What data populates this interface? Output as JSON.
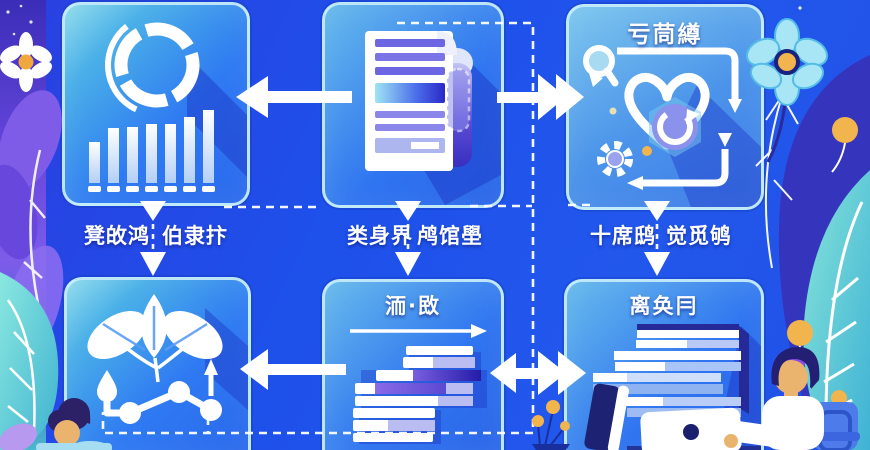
{
  "palette": {
    "background_blue": "#1e50ea",
    "panel_border": "#caf0fa",
    "panel_blue": "#2f74f0",
    "panel_teal": "#6fc6ec",
    "shadow_blue": "#1c38c8",
    "accent_orange": "#f2b44c",
    "accent_purple": "#6a55d8",
    "accent_navy": "#241ca8",
    "leaf_teal": "#5fd2d8",
    "leaf_purple": "#7a5ae8",
    "arrow_white": "#ffffff"
  },
  "flow": {
    "top_right_panel": {
      "title": "亏茼繜"
    },
    "bottom_center_panel": {
      "title": "洏·敃"
    },
    "bottom_right_panel": {
      "title": "离奂冃"
    },
    "connector_labels": {
      "left": {
        "a": "凳敀鸿",
        "b": "伯隶抃"
      },
      "center": {
        "a": "类身界",
        "b": "鸬馆壆"
      },
      "right": {
        "a": "十席鸱",
        "b": "觉觅鸲"
      }
    }
  },
  "icons": {
    "top_left": [
      "donut-chart-icon",
      "bar-chart-icon"
    ],
    "top_center": [
      "document-icon",
      "scroll-icon",
      "pen-outline-icon"
    ],
    "top_right": [
      "magnifier-icon",
      "heart-icon",
      "refresh-icon",
      "gear-icon",
      "cycle-arrows-icon"
    ],
    "bottom_left": [
      "sprout-icon",
      "node-graph-icon",
      "droplet-icon",
      "up-arrow-icon"
    ],
    "bottom_center": [
      "gantt-bars-icon",
      "right-arrow-icon"
    ],
    "bottom_right": [
      "stacked-list-icon",
      "laptop-icon",
      "monitor-icon"
    ]
  }
}
